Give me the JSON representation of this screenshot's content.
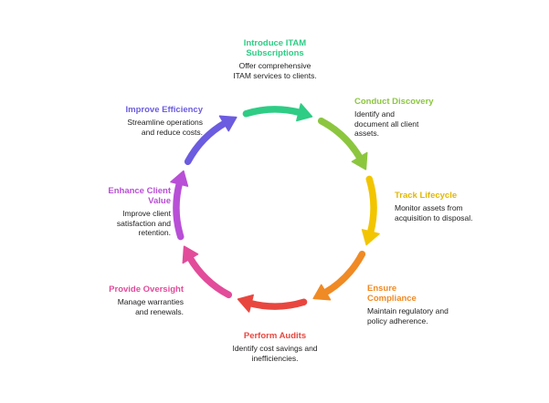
{
  "steps": [
    {
      "id": "introduce",
      "title": "Introduce ITAM Subscriptions",
      "description": "Offer comprehensive ITAM services to clients.",
      "color": "#2ecc85"
    },
    {
      "id": "discovery",
      "title": "Conduct Discovery",
      "description": "Identify and document all client assets.",
      "color": "#8cc63f"
    },
    {
      "id": "lifecycle",
      "title": "Track Lifecycle",
      "description": "Monitor assets from acquisition to disposal.",
      "color": "#f2c500"
    },
    {
      "id": "compliance",
      "title": "Ensure Compliance",
      "description": "Maintain regulatory and policy adherence.",
      "color": "#f08a24"
    },
    {
      "id": "audits",
      "title": "Perform Audits",
      "description": "Identify cost savings and inefficiencies.",
      "color": "#e8473f"
    },
    {
      "id": "oversight",
      "title": "Provide Oversight",
      "description": "Manage warranties and renewals.",
      "color": "#e24c9a"
    },
    {
      "id": "value",
      "title": "Enhance Client Value",
      "description": "Improve client satisfaction and retention.",
      "color": "#b84fd6"
    },
    {
      "id": "efficiency",
      "title": "Improve Efficiency",
      "description": "Streamline operations and reduce costs.",
      "color": "#6b5ce0"
    }
  ]
}
